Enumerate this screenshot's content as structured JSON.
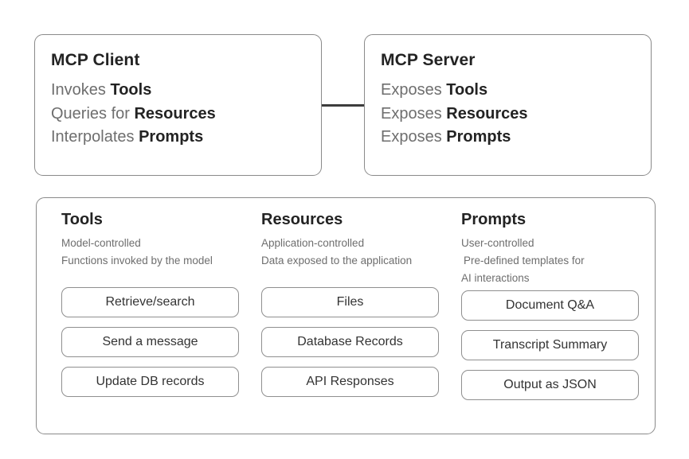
{
  "diagram": {
    "top_cards": [
      {
        "id": "mcp-client",
        "title": "MCP Client",
        "lines": [
          {
            "verb": "Invokes ",
            "noun": "Tools"
          },
          {
            "verb": "Queries for ",
            "noun": "Resources"
          },
          {
            "verb": "Interpolates ",
            "noun": "Prompts"
          }
        ]
      },
      {
        "id": "mcp-server",
        "title": "MCP Server",
        "lines": [
          {
            "verb": "Exposes ",
            "noun": "Tools"
          },
          {
            "verb": "Exposes ",
            "noun": "Resources"
          },
          {
            "verb": "Exposes ",
            "noun": "Prompts"
          }
        ]
      }
    ],
    "connector": {
      "name": "client-server-link"
    },
    "primitives": [
      {
        "id": "tools",
        "title": "Tools",
        "captions": [
          "Model-controlled",
          "Functions invoked by the model"
        ],
        "examples": [
          "Retrieve/search",
          "Send a message",
          "Update DB records"
        ]
      },
      {
        "id": "resources",
        "title": "Resources",
        "captions": [
          "Application-controlled",
          "Data exposed to the application"
        ],
        "examples": [
          "Files",
          "Database Records",
          "API Responses"
        ]
      },
      {
        "id": "prompts",
        "title": "Prompts",
        "captions": [
          "User-controlled",
          "Pre-defined templates for",
          "AI interactions"
        ],
        "examples": [
          "Document Q&A",
          "Transcript Summary",
          "Output as JSON"
        ]
      }
    ]
  },
  "colors": {
    "background": "#ffffff",
    "border": "#8a8a8a",
    "heading_text": "#232323",
    "muted_text": "#6e6e6e",
    "pill_text": "#333333",
    "connector": "#3c3c3c"
  }
}
